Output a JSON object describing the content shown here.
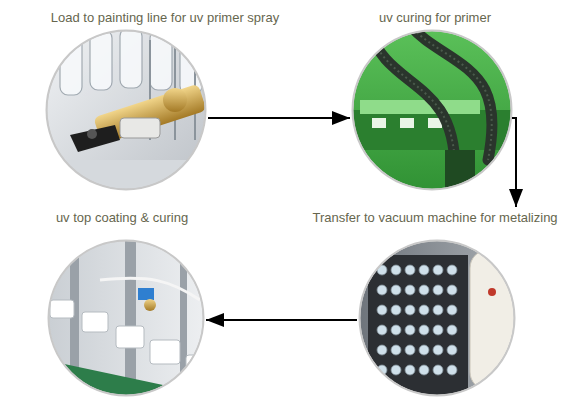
{
  "diagram": {
    "nodes": [
      {
        "text": [
          "Load to painting line for uv primer spray"
        ]
      },
      {
        "text": [
          "uv curing for primer"
        ]
      },
      {
        "text": [
          "uv top coating & curing"
        ]
      },
      {
        "text": [
          "Transfer to vacuum machine for metalizing"
        ]
      }
    ],
    "edges": [
      {
        "from": 0,
        "to": 1,
        "arrow": "to"
      },
      {
        "from": 1,
        "to": 3,
        "arrow": "to"
      },
      {
        "from": 3,
        "to": 2,
        "arrow": "to"
      }
    ]
  }
}
